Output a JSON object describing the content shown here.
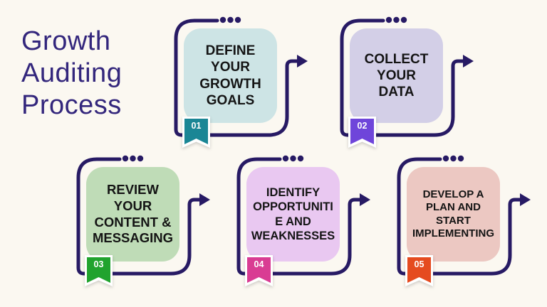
{
  "colors": {
    "background": "#fbf8f1",
    "title_text": "#33267c",
    "path_stroke": "#271a64",
    "card_text": "#141414",
    "badge_text": "#ffffff",
    "ribbon_border": "#ffffff"
  },
  "title": {
    "text": "Growth\nAuditing\nProcess"
  },
  "steps": [
    {
      "number": "01",
      "label": "DEFINE\nYOUR\nGROWTH\nGOALS",
      "card_color": "#cde4e5",
      "badge_color": "#1a8695"
    },
    {
      "number": "02",
      "label": "COLLECT\nYOUR\nDATA",
      "card_color": "#d3cfe7",
      "badge_color": "#6f45da"
    },
    {
      "number": "03",
      "label": "REVIEW\nYOUR\nCONTENT &\nMESSAGING",
      "card_color": "#bfdcb7",
      "badge_color": "#21a32e"
    },
    {
      "number": "04",
      "label": "IDENTIFY\nOPPORTUNITI\nE AND\nWEAKNESSES",
      "card_color": "#e9c8f1",
      "badge_color": "#d93c93"
    },
    {
      "number": "05",
      "label": "DEVELOP A\nPLAN AND\nSTART\nIMPLEMENTING",
      "card_color": "#ecc8c2",
      "badge_color": "#e54b1f"
    }
  ]
}
